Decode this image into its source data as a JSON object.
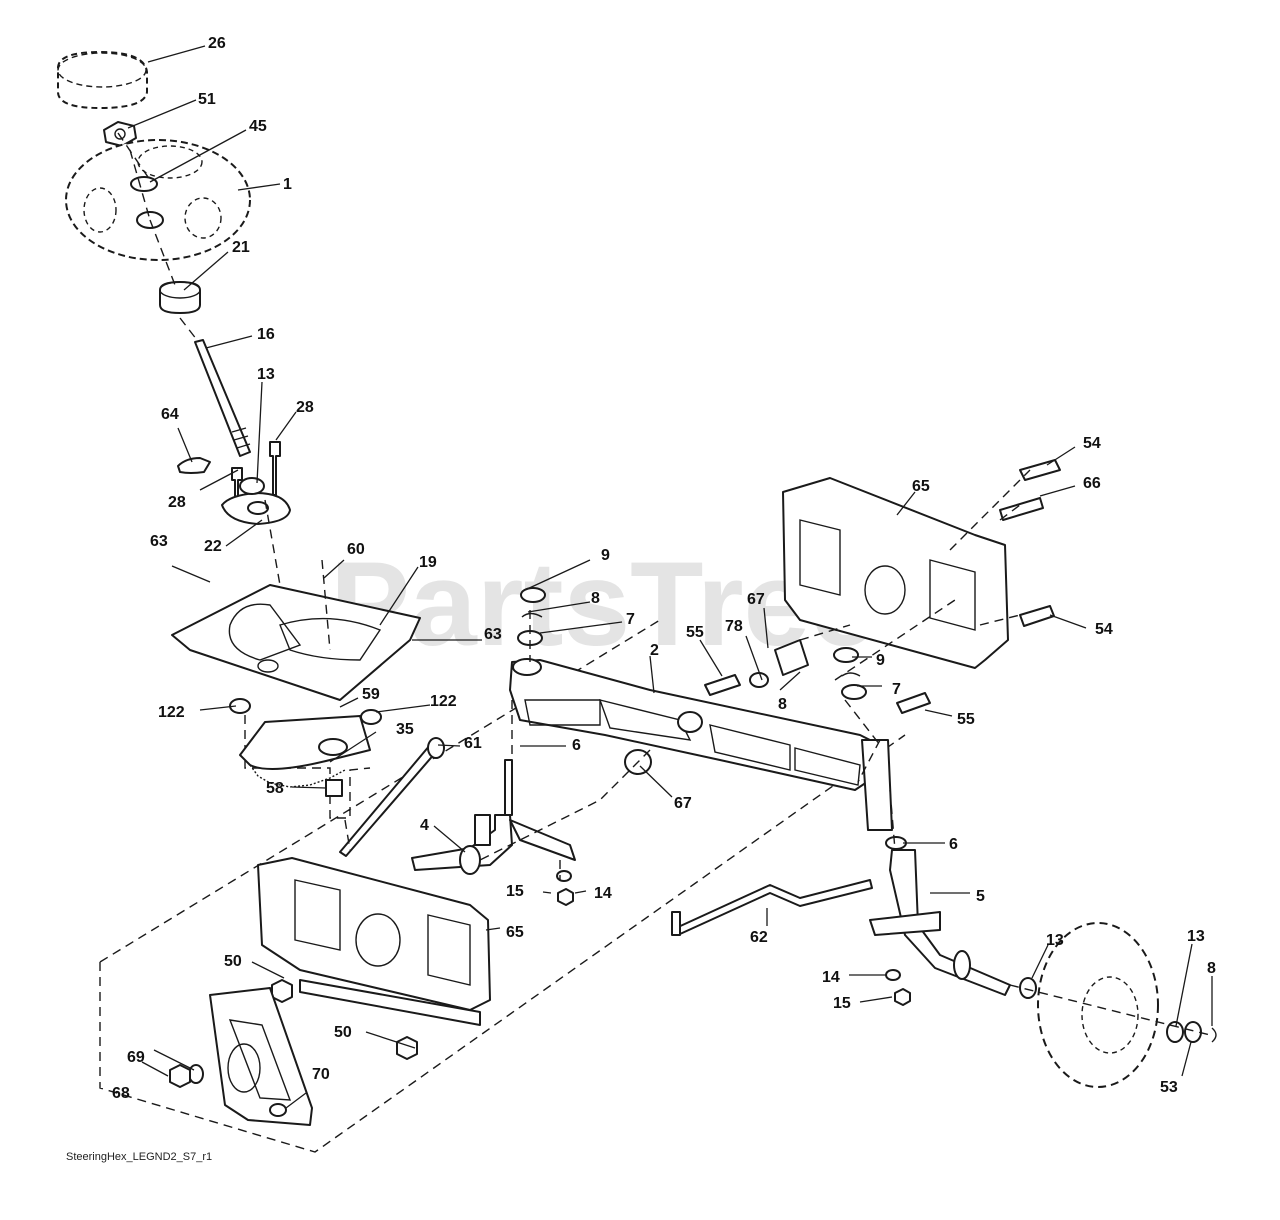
{
  "watermark": "PartsTree",
  "caption": "SteeringHex_LEGND2_S7_r1",
  "callouts": [
    {
      "id": "c26",
      "text": "26"
    },
    {
      "id": "c51",
      "text": "51"
    },
    {
      "id": "c45",
      "text": "45"
    },
    {
      "id": "c1",
      "text": "1"
    },
    {
      "id": "c21",
      "text": "21"
    },
    {
      "id": "c16",
      "text": "16"
    },
    {
      "id": "c13a",
      "text": "13"
    },
    {
      "id": "c28a",
      "text": "28"
    },
    {
      "id": "c64",
      "text": "64"
    },
    {
      "id": "c28b",
      "text": "28"
    },
    {
      "id": "c22",
      "text": "22"
    },
    {
      "id": "c63a",
      "text": "63"
    },
    {
      "id": "c60",
      "text": "60"
    },
    {
      "id": "c19",
      "text": "19"
    },
    {
      "id": "c63b",
      "text": "63"
    },
    {
      "id": "c122a",
      "text": "122"
    },
    {
      "id": "c59",
      "text": "59"
    },
    {
      "id": "c122b",
      "text": "122"
    },
    {
      "id": "c35",
      "text": "35"
    },
    {
      "id": "c58",
      "text": "58"
    },
    {
      "id": "c61",
      "text": "61"
    },
    {
      "id": "c9a",
      "text": "9"
    },
    {
      "id": "c8a",
      "text": "8"
    },
    {
      "id": "c7a",
      "text": "7"
    },
    {
      "id": "c55a",
      "text": "55"
    },
    {
      "id": "c2",
      "text": "2"
    },
    {
      "id": "c78",
      "text": "78"
    },
    {
      "id": "c67a",
      "text": "67"
    },
    {
      "id": "c65a",
      "text": "65"
    },
    {
      "id": "c54a",
      "text": "54"
    },
    {
      "id": "c66",
      "text": "66"
    },
    {
      "id": "c54b",
      "text": "54"
    },
    {
      "id": "c9b",
      "text": "9"
    },
    {
      "id": "c8b",
      "text": "8"
    },
    {
      "id": "c7b",
      "text": "7"
    },
    {
      "id": "c55b",
      "text": "55"
    },
    {
      "id": "c6a",
      "text": "6"
    },
    {
      "id": "c67b",
      "text": "67"
    },
    {
      "id": "c4",
      "text": "4"
    },
    {
      "id": "c15a",
      "text": "15"
    },
    {
      "id": "c14a",
      "text": "14"
    },
    {
      "id": "c6b",
      "text": "6"
    },
    {
      "id": "c5",
      "text": "5"
    },
    {
      "id": "c62",
      "text": "62"
    },
    {
      "id": "c65b",
      "text": "65"
    },
    {
      "id": "c50a",
      "text": "50"
    },
    {
      "id": "c50b",
      "text": "50"
    },
    {
      "id": "c69",
      "text": "69"
    },
    {
      "id": "c68",
      "text": "68"
    },
    {
      "id": "c70",
      "text": "70"
    },
    {
      "id": "c14b",
      "text": "14"
    },
    {
      "id": "c15b",
      "text": "15"
    },
    {
      "id": "c13b",
      "text": "13"
    },
    {
      "id": "c13c",
      "text": "13"
    },
    {
      "id": "c8c",
      "text": "8"
    },
    {
      "id": "c53",
      "text": "53"
    }
  ]
}
